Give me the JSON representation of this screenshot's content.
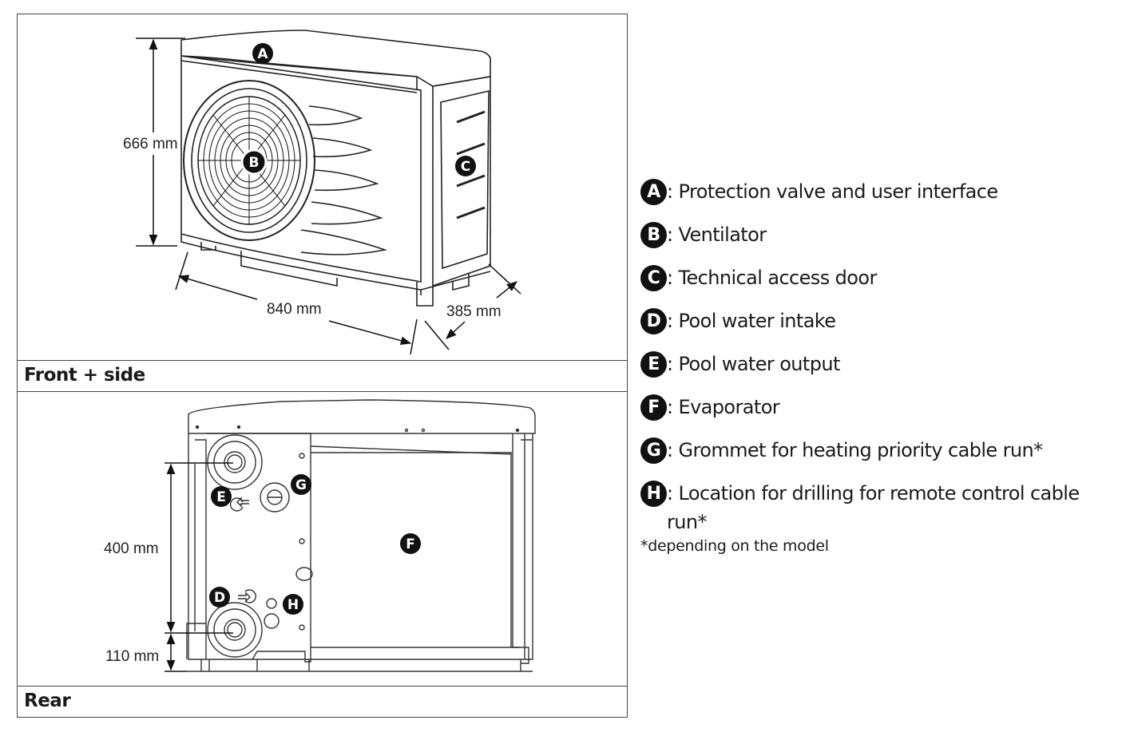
{
  "front_panel": {
    "caption": "Front + side",
    "dimensions": {
      "height": "666 mm",
      "width": "840 mm",
      "depth": "385 mm"
    },
    "markers": [
      "A",
      "B",
      "C"
    ]
  },
  "rear_panel": {
    "caption": "Rear",
    "dimensions": {
      "between_connections": "400 mm",
      "base_to_intake": "110 mm"
    },
    "markers": [
      "D",
      "E",
      "F",
      "G",
      "H"
    ]
  },
  "legend": {
    "items": [
      {
        "letter": "A",
        "text": ": Protection valve and user interface"
      },
      {
        "letter": "B",
        "text": ": Ventilator"
      },
      {
        "letter": "C",
        "text": ": Technical access door"
      },
      {
        "letter": "D",
        "text": ": Pool water intake"
      },
      {
        "letter": "E",
        "text": ": Pool water output"
      },
      {
        "letter": "F",
        "text": ": Evaporator"
      },
      {
        "letter": "G",
        "text": ": Grommet for heating priority cable run*"
      },
      {
        "letter": "H",
        "text": ": Location for drilling for remote control cable run*"
      }
    ],
    "footnote": "*depending on the model"
  }
}
